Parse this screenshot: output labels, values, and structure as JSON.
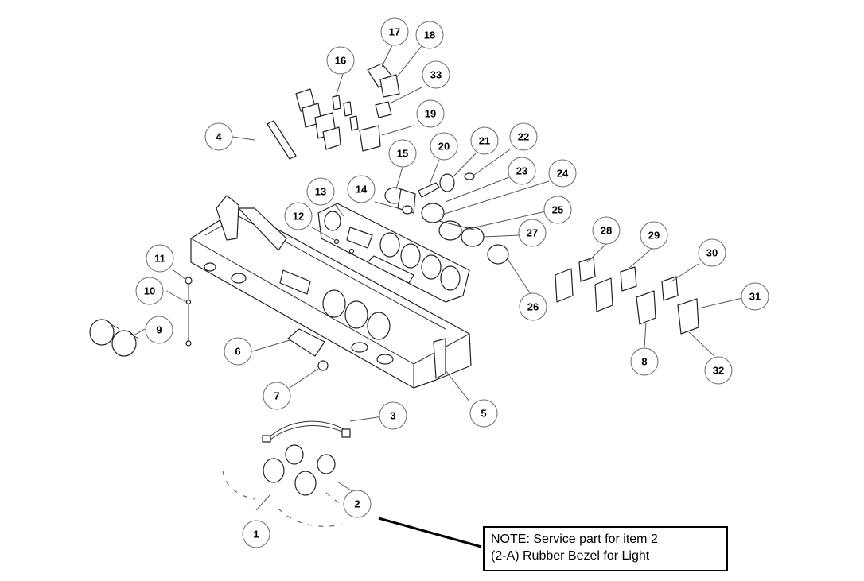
{
  "note": {
    "line1": "NOTE: Service part for item 2",
    "line2": "(2-A) Rubber Bezel for Light"
  },
  "callouts": [
    "1",
    "2",
    "3",
    "4",
    "5",
    "6",
    "7",
    "8",
    "9",
    "10",
    "11",
    "12",
    "13",
    "14",
    "15",
    "16",
    "17",
    "18",
    "19",
    "20",
    "21",
    "22",
    "23",
    "24",
    "25",
    "26",
    "27",
    "28",
    "29",
    "30",
    "31",
    "32",
    "33"
  ]
}
